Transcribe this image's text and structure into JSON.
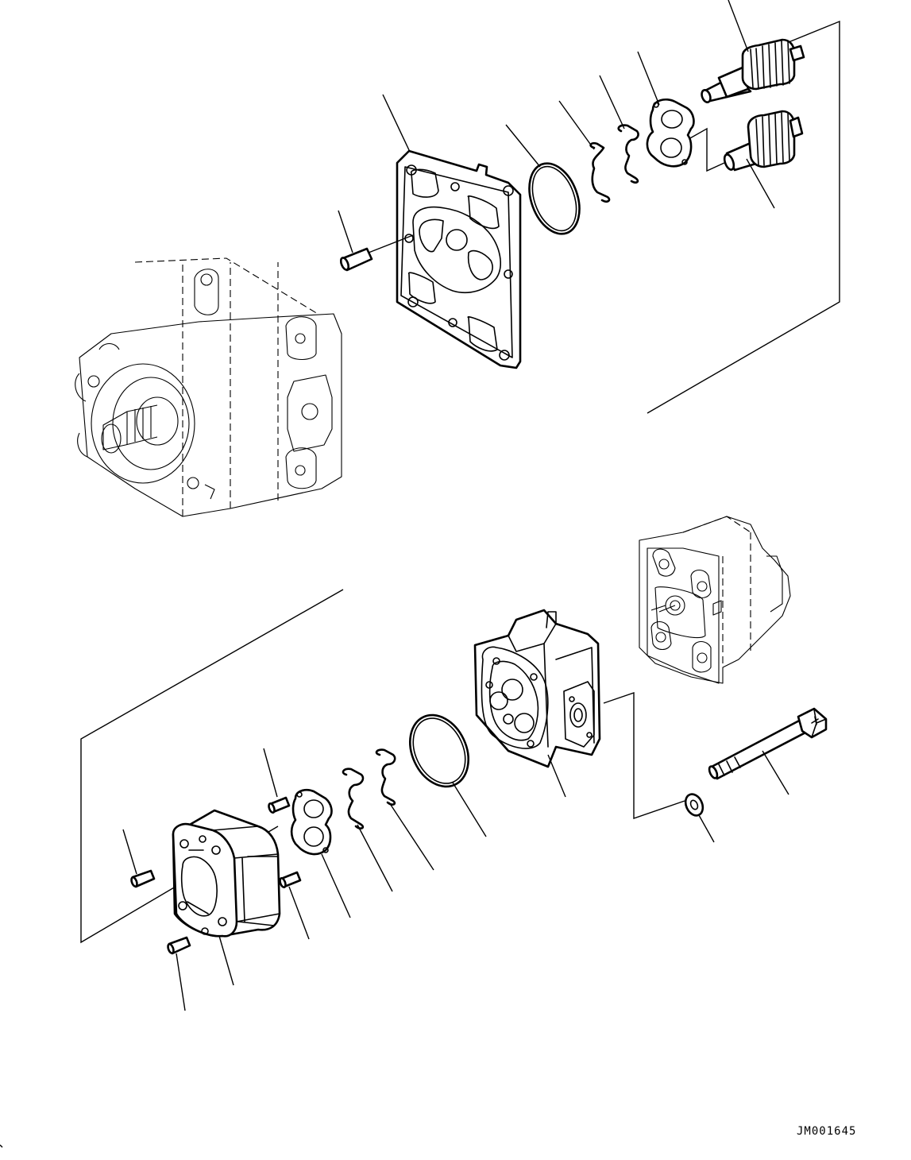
{
  "drawing": {
    "code": "JM001645"
  },
  "parts": [
    {
      "id": "drive-shaft-gear"
    },
    {
      "id": "driven-gear"
    },
    {
      "id": "bushing-upper"
    },
    {
      "id": "seal-upper-a"
    },
    {
      "id": "seal-upper-b"
    },
    {
      "id": "o-ring-upper"
    },
    {
      "id": "plate-upper"
    },
    {
      "id": "dowel-pin-upper"
    },
    {
      "id": "case-lower"
    },
    {
      "id": "o-ring-lower"
    },
    {
      "id": "seal-lower-a"
    },
    {
      "id": "seal-lower-b"
    },
    {
      "id": "bushing-lower"
    },
    {
      "id": "gear-body"
    },
    {
      "id": "dowel-pin-lower-1"
    },
    {
      "id": "dowel-pin-lower-2"
    },
    {
      "id": "dowel-pin-lower-3"
    },
    {
      "id": "dowel-pin-lower-4"
    },
    {
      "id": "bolt"
    },
    {
      "id": "washer"
    }
  ]
}
